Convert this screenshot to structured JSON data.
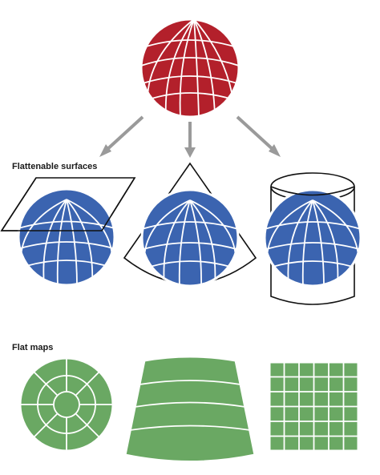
{
  "labels": {
    "flattenable_surfaces": "Flattenable surfaces",
    "flat_maps": "Flat maps"
  },
  "colors": {
    "globe_source": "#b3202b",
    "globe_projected": "#3b64b0",
    "flat_map_fill": "#6aa863",
    "arrow": "#9a9a9a",
    "graticule": "#ffffff",
    "surface_outline": "#111111"
  },
  "surfaces": [
    "plane",
    "cone",
    "cylinder"
  ],
  "flat_maps": [
    "azimuthal",
    "conic",
    "cylindrical"
  ]
}
